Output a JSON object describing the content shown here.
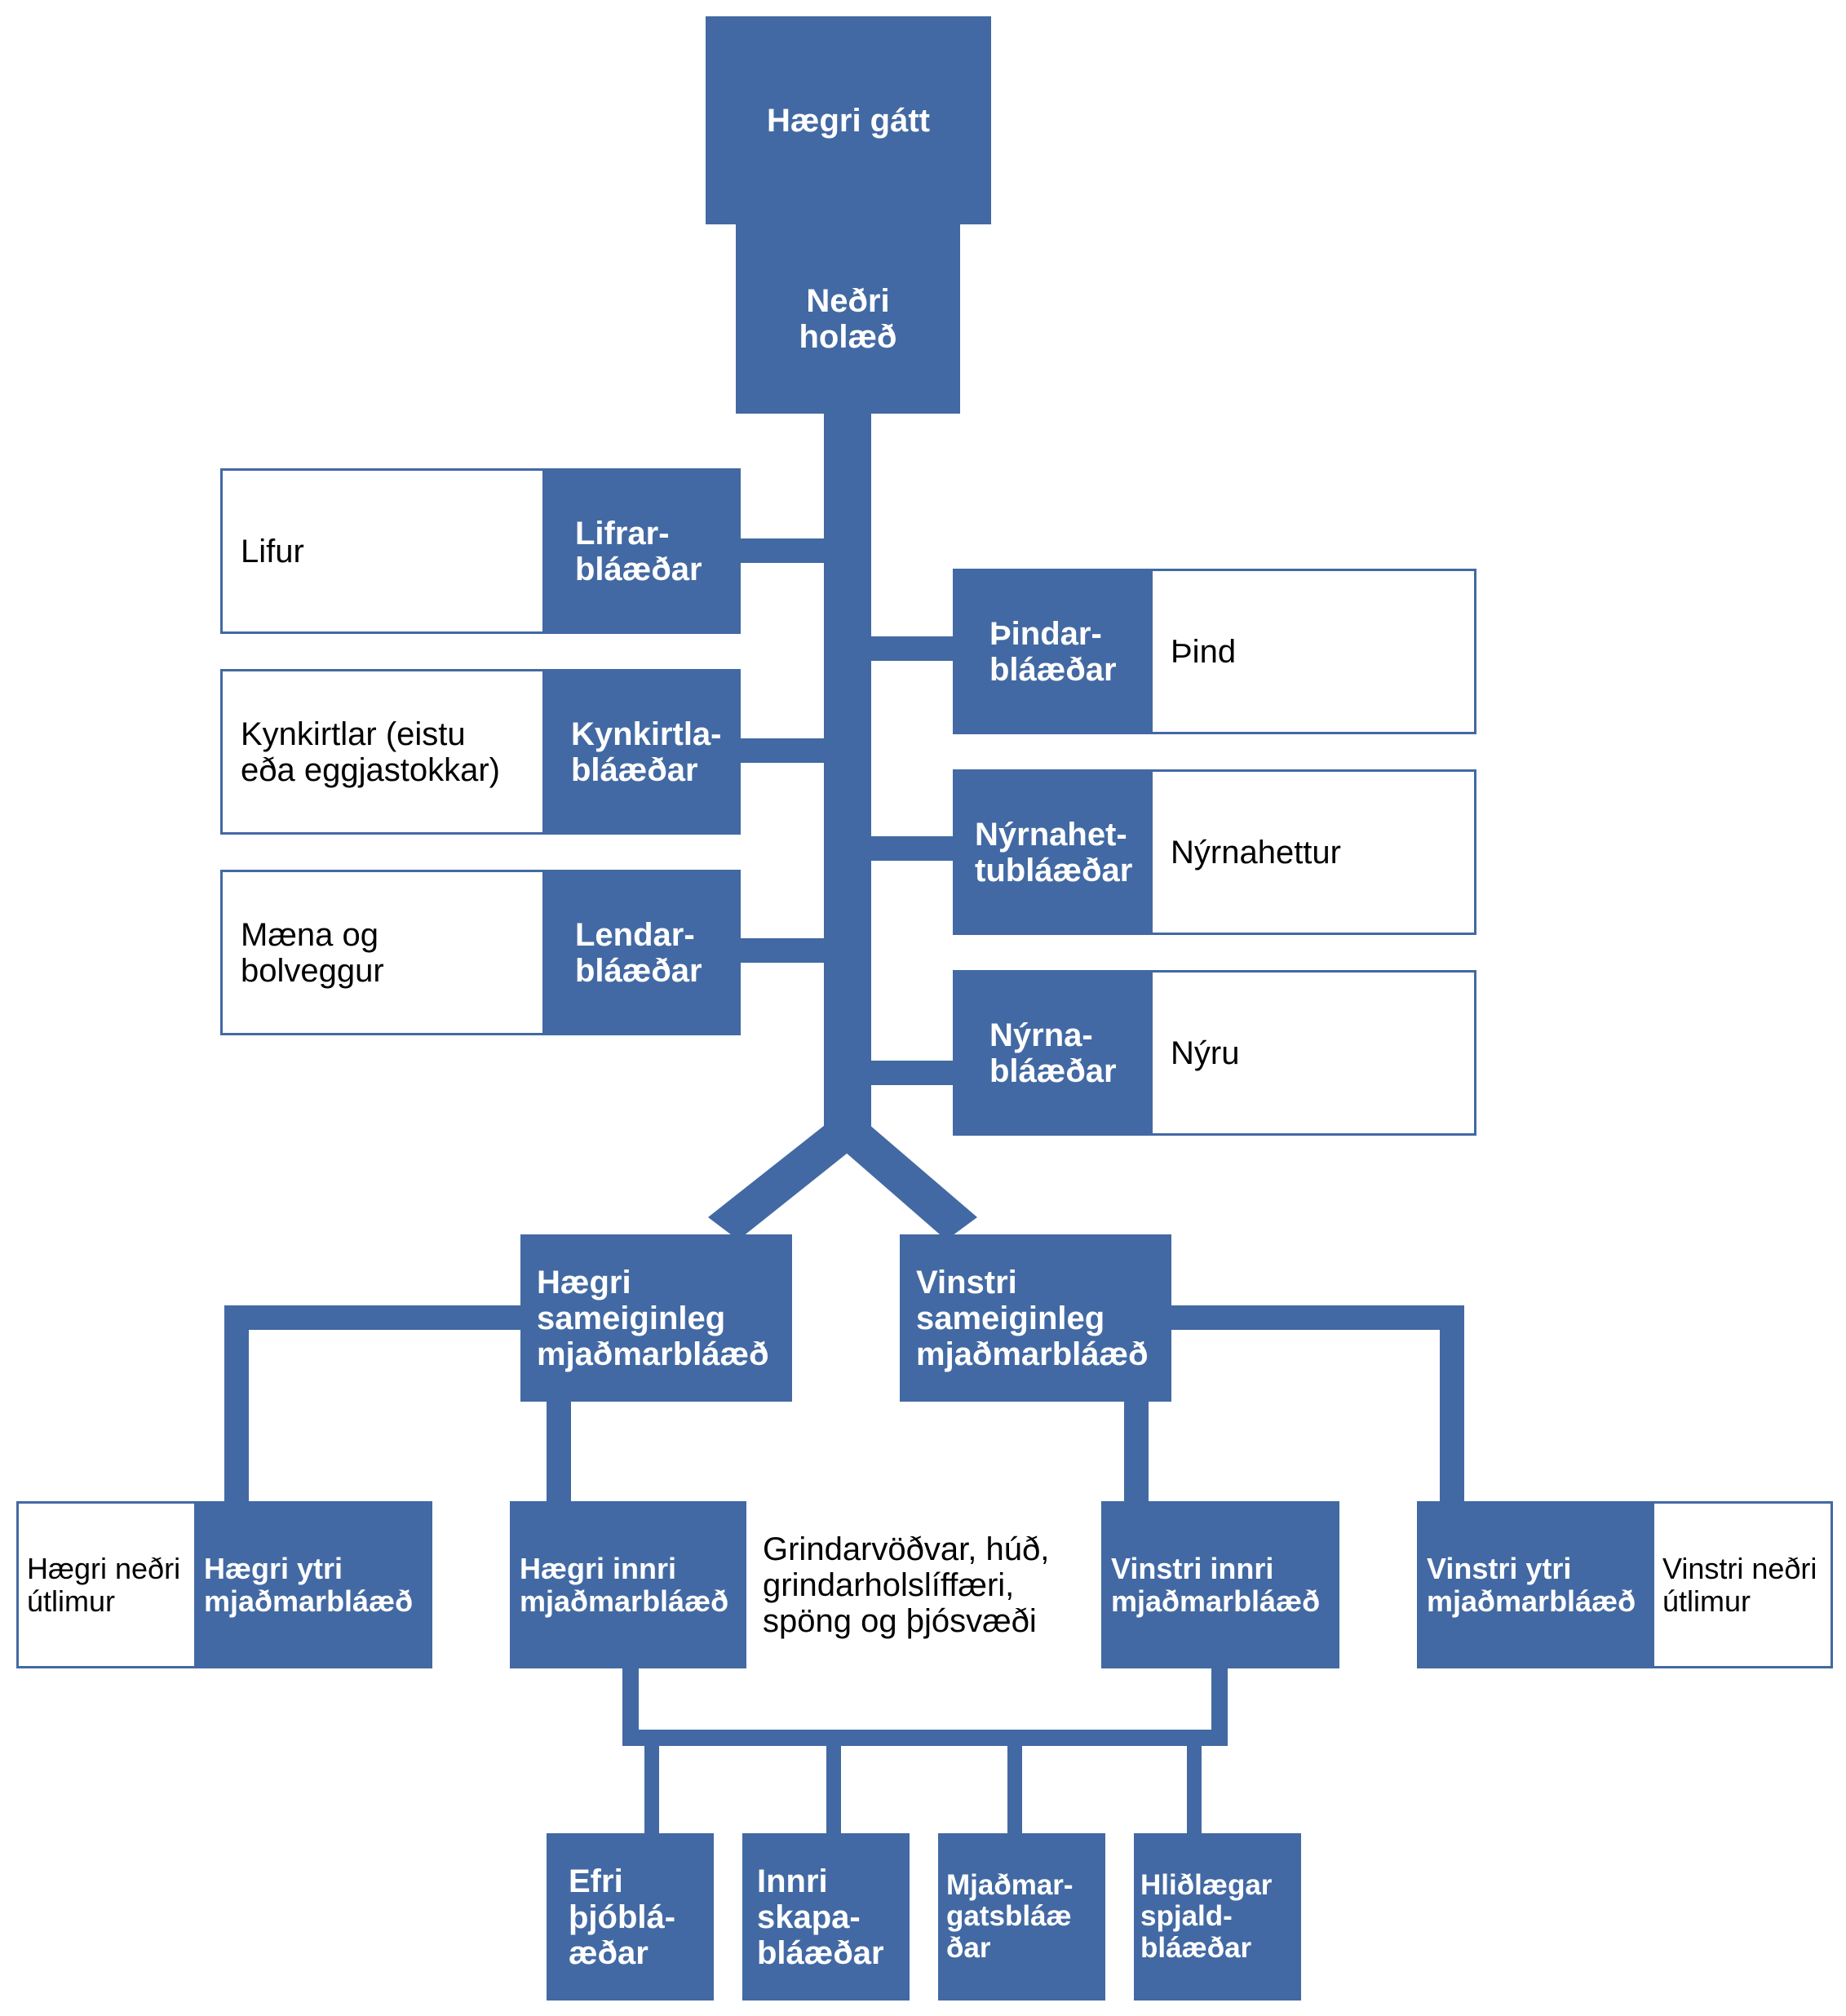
{
  "colors": {
    "vein": "#4269a3",
    "organ_bg": "#ffffff",
    "organ_border": "#4269a3"
  },
  "nodes": {
    "right_atrium": "Hægri gátt",
    "ivc": "Neðri\nholæð",
    "hepatic_veins": "Lifrar-\nbláæðar",
    "liver": "Lifur",
    "gonadal_veins": "Kynkirtla-\nbláæðar",
    "gonads": "Kynkirtlar (eistu\neða eggjastokkar)",
    "lumbar_veins": "Lendar-\nbláæðar",
    "spine_wall": "Mæna og\nbolveggur",
    "phrenic_veins": "Þindar-\nbláæðar",
    "diaphragm": "Þind",
    "suprarenal_veins": "Nýrnahet-\ntubláæðar",
    "adrenals": "Nýrnahettur",
    "renal_veins": "Nýrna-\nbláæðar",
    "kidneys": "Nýru",
    "right_common_iliac": "Hægri\nsameiginleg\nmjaðmarbláæð",
    "left_common_iliac": "Vinstri\nsameiginleg\nmjaðmarbláæð",
    "right_lower_limb": "Hægri neðri\nútlimur",
    "right_external_iliac": "Hægri ytri\nmjaðmarbláæð",
    "right_internal_iliac": "Hægri innri\nmjaðmarbláæð",
    "pelvic_structures": "Grindarvöðvar, húð,\ngrindarholslíffæri,\nspöng og þjósvæði",
    "left_internal_iliac": "Vinstri innri\nmjaðmarbláæð",
    "left_external_iliac": "Vinstri ytri\nmjaðmarbláæð",
    "left_lower_limb": "Vinstri neðri\nútlimur",
    "superior_gluteal": "Efri\nþjóblá-\næðar",
    "internal_pudendal": "Innri\nskapa-\nbláæðar",
    "obturator": "Mjaðmar-\ngatsbláæ\nðar",
    "lateral_sacral": "Hliðlægar\nspjald-\nbláæðar"
  }
}
